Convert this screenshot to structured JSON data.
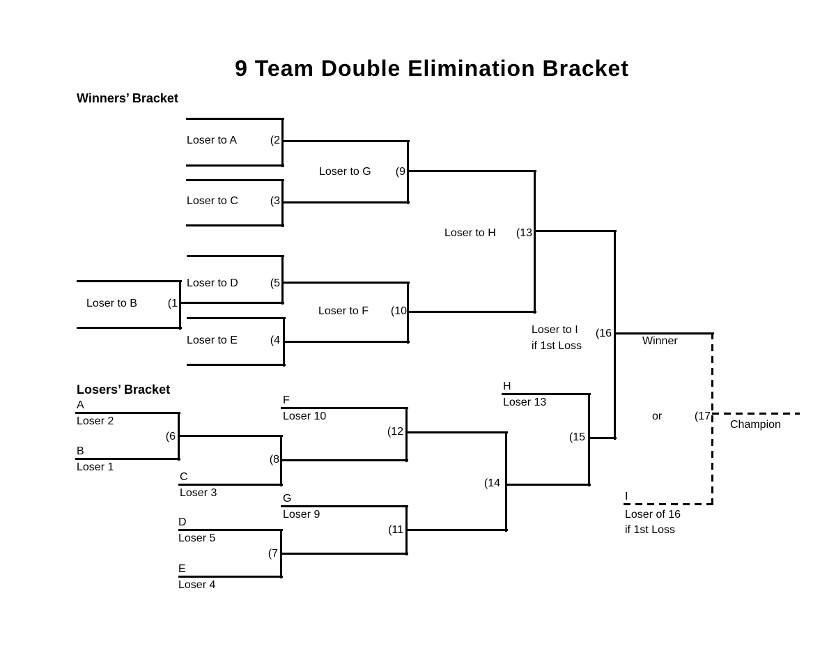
{
  "title": "9 Team Double Elimination Bracket",
  "colors": {
    "line": "#000000",
    "background": "#ffffff",
    "text": "#000000"
  },
  "winners_bracket": {
    "heading": "Winners’ Bracket",
    "matches": {
      "g1": {
        "label": "Loser to B",
        "num": "(1"
      },
      "g2": {
        "label": "Loser to A",
        "num": "(2"
      },
      "g3": {
        "label": "Loser to C",
        "num": "(3"
      },
      "g4": {
        "label": "Loser to E",
        "num": "(4"
      },
      "g5": {
        "label": "Loser to D",
        "num": "(5"
      },
      "g9": {
        "label": "Loser to G",
        "num": "(9"
      },
      "g10": {
        "label": "Loser to F",
        "num": "(10"
      },
      "g13": {
        "label": "Loser to H",
        "num": "(13"
      },
      "g16": {
        "label_line1": "Loser to I",
        "label_line2": "if 1st Loss",
        "num": "(16"
      }
    }
  },
  "losers_bracket": {
    "heading": "Losers’ Bracket",
    "slots": {
      "A": {
        "letter": "A",
        "desc": "Loser 2"
      },
      "B": {
        "letter": "B",
        "desc": "Loser 1"
      },
      "C": {
        "letter": "C",
        "desc": "Loser 3"
      },
      "D": {
        "letter": "D",
        "desc": "Loser 5"
      },
      "E": {
        "letter": "E",
        "desc": "Loser 4"
      },
      "F": {
        "letter": "F",
        "desc": "Loser 10"
      },
      "G": {
        "letter": "G",
        "desc": "Loser 9"
      },
      "H": {
        "letter": "H",
        "desc": "Loser 13"
      },
      "I": {
        "letter": "I",
        "desc_line1": "Loser of 16",
        "desc_line2": "if 1st Loss"
      }
    },
    "game_numbers": {
      "g6": "(6",
      "g7": "(7",
      "g8": "(8",
      "g11": "(11",
      "g12": "(12",
      "g14": "(14",
      "g15": "(15"
    }
  },
  "finals": {
    "winner_label": "Winner",
    "or_label": "or",
    "g17_num": "(17",
    "champion_label": "Champion"
  }
}
